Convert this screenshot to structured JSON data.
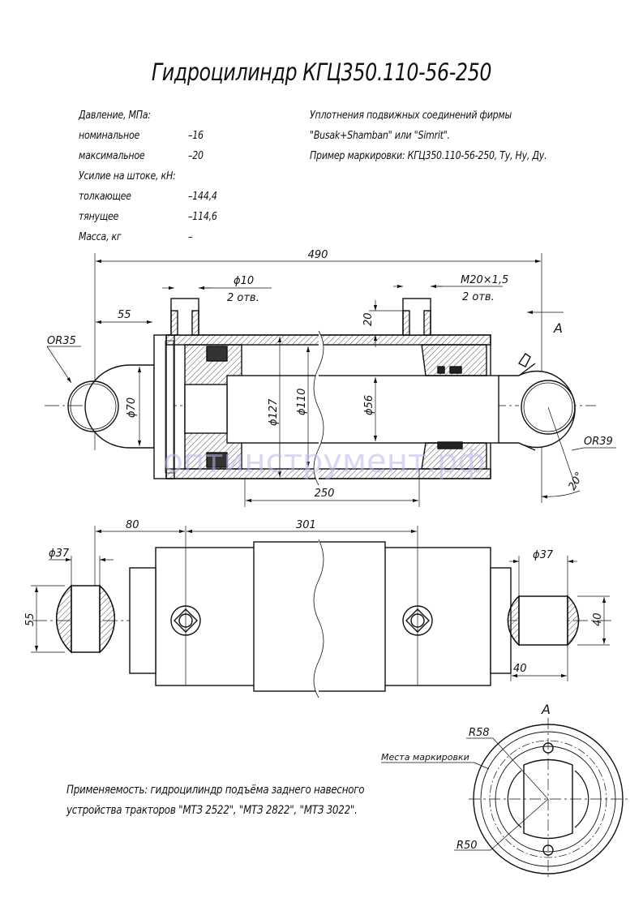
{
  "title": "Гидроцилиндр КГЦ350.110-56-250",
  "specs": {
    "pressure_heading": "Давление, МПа:",
    "rows1": [
      {
        "label": "номинальное",
        "value": "–16"
      },
      {
        "label": "максимальное",
        "value": "–20"
      }
    ],
    "force_heading": "Усилие на штоке, кН:",
    "rows2": [
      {
        "label": "толкающее",
        "value": "–144,4"
      },
      {
        "label": "тянущее",
        "value": "–114,6"
      },
      {
        "label": "Масса, кг",
        "value": "–"
      }
    ]
  },
  "notes": [
    "Уплотнения подвижных соединений фирмы",
    "\"Busak+Shamban\" или \"Simrit\".",
    "Пример маркировки: КГЦ350.110-56-250, Ту, Ну, Ду."
  ],
  "top_view": {
    "overall": "490",
    "eye_offset": "55",
    "port_left": "ϕ10",
    "port_left_count": "2 отв.",
    "port_right": "M20×1,5",
    "port_right_count": "2 отв.",
    "port_height": "20",
    "view_marker": "А",
    "left_radius": "OR35",
    "right_radius": "OR39",
    "d_eye": "ϕ70",
    "d_outer": "ϕ127",
    "d_bore": "ϕ110",
    "d_rod": "ϕ56",
    "stroke": "250",
    "angle": "20°"
  },
  "bottom_view": {
    "dim_80": "80",
    "dim_301": "301",
    "left_pin": "ϕ37",
    "right_pin": "ϕ37",
    "left_width": "55",
    "right_width": "40",
    "right_len": "40"
  },
  "view_a": {
    "label": "А",
    "r58": "R58",
    "r50": "R50",
    "marking_place": "Места маркировки"
  },
  "applicability": [
    "Применяемость: гидроцилиндр подъёма заднего навесного",
    "устройства тракторов \"МТЗ 2522\", \"МТЗ 2822\", \"МТЗ 3022\"."
  ],
  "watermark": "оптинструмент.рф"
}
